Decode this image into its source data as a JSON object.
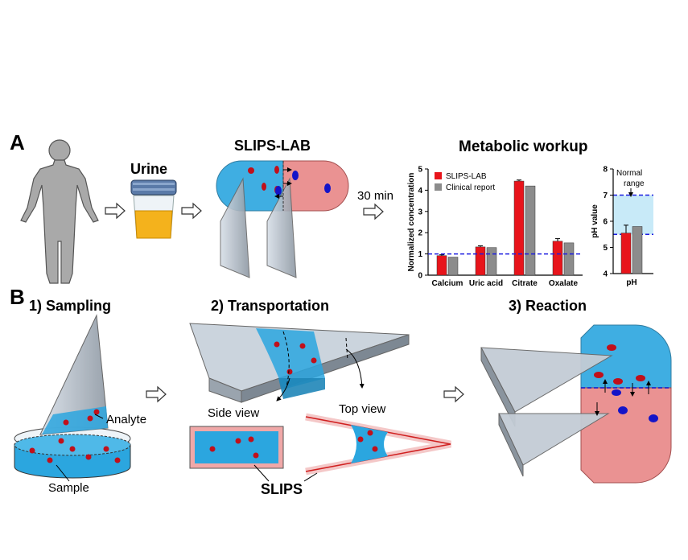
{
  "panel_a": {
    "letter": "A",
    "urine_label": "Urine",
    "device_title": "SLIPS-LAB",
    "time_label": "30 min",
    "workup_title": "Metabolic workup"
  },
  "panel_b": {
    "letter": "B",
    "step1": "1) Sampling",
    "step2": "2) Transportation",
    "step3": "3) Reaction",
    "analyte_label": "Analyte",
    "sample_label": "Sample",
    "side_view_label": "Side view",
    "top_view_label": "Top view",
    "slips_label": "SLIPS"
  },
  "colors": {
    "slips_lab": "#e8141b",
    "clinical": "#8c8c8c",
    "dashed_line": "#1c1ce0",
    "normal_band": "#c8eaf8",
    "liquid_blue": "#29abe2",
    "liquid_red": "#e88a8a",
    "droplet_red": "#c0101b",
    "droplet_blue": "#1414c8"
  },
  "chart_data": [
    {
      "type": "bar",
      "ylabel": "Normalized concentration",
      "ylim": [
        0,
        5
      ],
      "yticks": [
        "0",
        "1",
        "2",
        "3",
        "4",
        "5"
      ],
      "categories": [
        "Calcium",
        "Uric acid",
        "Citrate",
        "Oxalate"
      ],
      "reference_line": 1,
      "legend_position": "top-left",
      "series": [
        {
          "name": "SLIPS-LAB",
          "values": [
            0.92,
            1.33,
            4.43,
            1.6
          ],
          "errors": [
            0.04,
            0.05,
            0.05,
            0.12
          ]
        },
        {
          "name": "Clinical report",
          "values": [
            0.85,
            1.3,
            4.2,
            1.52
          ],
          "errors": [
            0,
            0,
            0,
            0
          ]
        }
      ]
    },
    {
      "type": "bar",
      "ylabel": "pH value",
      "ylim": [
        4,
        8
      ],
      "yticks": [
        "4",
        "5",
        "6",
        "7",
        "8"
      ],
      "categories": [
        "pH"
      ],
      "normal_range": [
        5.5,
        7
      ],
      "annotation": "Normal range",
      "series": [
        {
          "values": [
            5.55
          ],
          "errors": [
            0.3
          ]
        },
        {
          "values": [
            5.8
          ],
          "errors": [
            0
          ]
        }
      ]
    }
  ]
}
